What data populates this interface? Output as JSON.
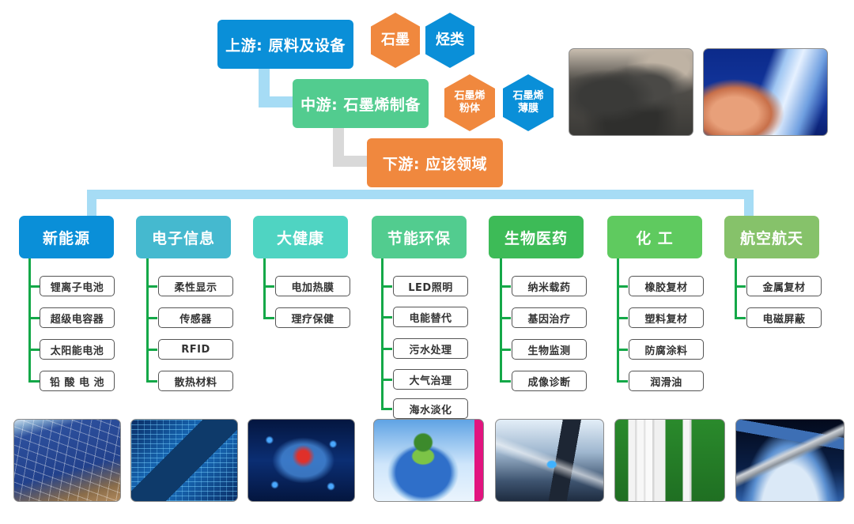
{
  "chain": {
    "upstream": {
      "label": "上游: 原料及设备",
      "color": "#0a8fd8"
    },
    "midstream": {
      "label": "中游: 石墨烯制备",
      "color": "#52cc8f"
    },
    "downstream": {
      "label": "下游: 应该领域",
      "color": "#f0883e"
    }
  },
  "materials": {
    "raw": [
      {
        "label": "石墨",
        "color": "#f0883e"
      },
      {
        "label": "烃类",
        "color": "#0a8fd8"
      }
    ],
    "products": [
      {
        "line1": "石墨烯",
        "line2": "粉体",
        "color": "#f0883e"
      },
      {
        "line1": "石墨烯",
        "line2": "薄膜",
        "color": "#0a8fd8"
      }
    ],
    "photos": [
      {
        "name": "graphite-powder-photo",
        "description": "石墨烯粉体"
      },
      {
        "name": "graphene-film-photo",
        "description": "石墨烯薄膜"
      }
    ]
  },
  "connector_colors": {
    "up_mid": "#a6dcf5",
    "mid_down": "#d9d9d9",
    "bus": "#a6dcf5",
    "tree": "#14a848"
  },
  "categories": [
    {
      "label": "新能源",
      "color": "#0a8fd8",
      "items": [
        "锂离子电池",
        "超级电容器",
        "太阳能电池",
        "铅 酸 电 池"
      ],
      "photo": "solar-panels-photo"
    },
    {
      "label": "电子信息",
      "color": "#45b9cf",
      "items": [
        "柔性显示",
        "传感器",
        "RFID",
        "散热材料"
      ],
      "photo": "circuit-chip-photo"
    },
    {
      "label": "大健康",
      "color": "#4fd4c2",
      "items": [
        "电加热膜",
        "理疗保健"
      ],
      "photo": "brain-scan-photo"
    },
    {
      "label": "节能环保",
      "color": "#52cc8f",
      "items": [
        "LED照明",
        "电能替代",
        "污水处理",
        "大气治理",
        "海水淡化"
      ],
      "photo": "earth-tree-photo"
    },
    {
      "label": "生物医药",
      "color": "#3dbb57",
      "items": [
        "纳米载药",
        "基因治疗",
        "生物监测",
        "成像诊断"
      ],
      "photo": "microscope-dna-photo"
    },
    {
      "label": "化 工",
      "color": "#5fca5f",
      "items": [
        "橡胶复材",
        "塑料复材",
        "防腐涂料",
        "润滑油"
      ],
      "photo": "plastic-tubes-photo"
    },
    {
      "label": "航空航天",
      "color": "#86c26a",
      "items": [
        "金属复材",
        "电磁屏蔽"
      ],
      "photo": "space-station-photo"
    }
  ]
}
